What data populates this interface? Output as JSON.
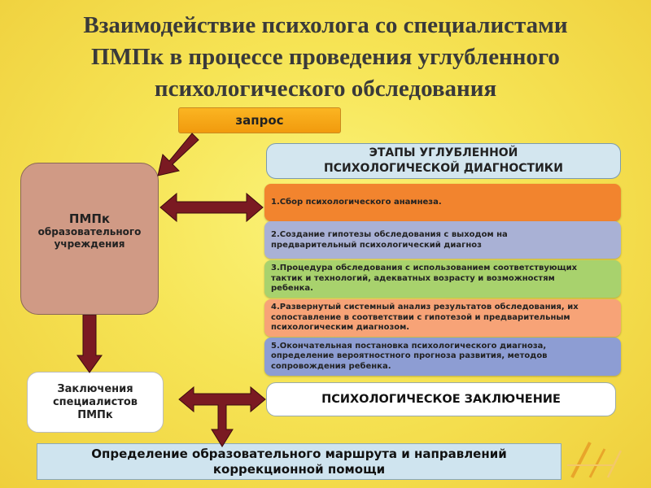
{
  "title": {
    "line1": "Взаимодействие психолога со специалистами",
    "line2": "ПМПк в процессе проведения углубленного",
    "line3": "психологического обследования"
  },
  "request_label": "запрос",
  "pmpk": {
    "title": "ПМПк",
    "subtitle1": "образовательного",
    "subtitle2": "учреждения"
  },
  "stages_header": {
    "line1": "ЭТАПЫ УГЛУБЛЕННОЙ",
    "line2": "ПСИХОЛОГИЧЕСКОЙ ДИАГНОСТИКИ"
  },
  "stages": [
    {
      "line1": "1.Сбор психологического  анамнеза."
    },
    {
      "line1": "2.Создание гипотезы обследования  с выходом на",
      "line2": "предварительный  психологический диагноз"
    },
    {
      "line1": "3.Процедура обследования  с использованием соответствующих",
      "line2": "тактик и технологий, адекватных возрасту и возможностям",
      "line3": "ребенка."
    },
    {
      "line1": "4.Развернутый системный анализ результатов обследования, их",
      "line2": "сопоставление  в соответствии с гипотезой и предварительным",
      "line3": "психологическим  диагнозом."
    },
    {
      "line1": "5.Окончательная  постановка психологического диагноза,",
      "line2": "определение вероятностного  прогноза развития, методов",
      "line3": "сопровождения  ребенка."
    }
  ],
  "specialists": {
    "line1": "Заключения",
    "line2": "специалистов",
    "line3": "ПМПк"
  },
  "psych_conclusion": "ПСИХОЛОГИЧЕСКОЕ  ЗАКЛЮЧЕНИЕ",
  "route": {
    "line1": "Определение образовательного  маршрута и направлений",
    "line2": "коррекционной  помощи"
  },
  "colors": {
    "arrow": "#7a1a22",
    "request": "#f5a316",
    "pmpk": "#d09a85",
    "stage1": "#f2842e",
    "stage2": "#a9b1d5",
    "stage3": "#a8d26d",
    "stage4": "#f7a377",
    "stage5": "#8d9dd3"
  }
}
